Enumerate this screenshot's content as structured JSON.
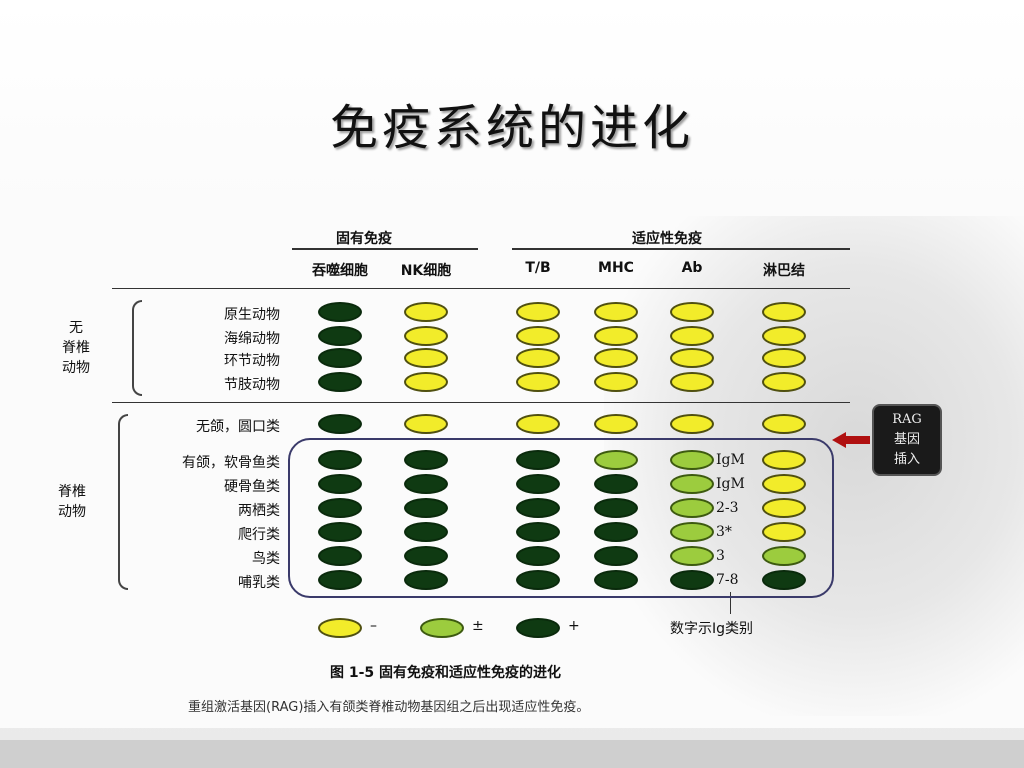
{
  "title": "免疫系统的进化",
  "headers": {
    "innate": "固有免疫",
    "adaptive": "适应性免疫",
    "columns": [
      "吞噬细胞",
      "NK细胞",
      "T/B",
      "MHC",
      "Ab",
      "淋巴结"
    ]
  },
  "groups": {
    "invertebrate": "无\n脊椎\n动物",
    "vertebrate": "脊椎\n动物"
  },
  "rows": [
    {
      "label": "原生动物",
      "cells": [
        "pos",
        "neg",
        "neg",
        "neg",
        "neg",
        "neg"
      ],
      "ab_note": ""
    },
    {
      "label": "海绵动物",
      "cells": [
        "pos",
        "neg",
        "neg",
        "neg",
        "neg",
        "neg"
      ],
      "ab_note": ""
    },
    {
      "label": "环节动物",
      "cells": [
        "pos",
        "neg",
        "neg",
        "neg",
        "neg",
        "neg"
      ],
      "ab_note": ""
    },
    {
      "label": "节肢动物",
      "cells": [
        "pos",
        "neg",
        "neg",
        "neg",
        "neg",
        "neg"
      ],
      "ab_note": ""
    },
    {
      "label": "无颌，圆口类",
      "cells": [
        "pos",
        "neg",
        "neg",
        "neg",
        "neg",
        "neg"
      ],
      "ab_note": ""
    },
    {
      "label": "有颌，软骨鱼类",
      "cells": [
        "pos",
        "pos",
        "pos",
        "pm",
        "pm",
        "neg"
      ],
      "ab_note": "IgM"
    },
    {
      "label": "硬骨鱼类",
      "cells": [
        "pos",
        "pos",
        "pos",
        "pos",
        "pm",
        "neg"
      ],
      "ab_note": "IgM"
    },
    {
      "label": "两栖类",
      "cells": [
        "pos",
        "pos",
        "pos",
        "pos",
        "pm",
        "neg"
      ],
      "ab_note": "2-3"
    },
    {
      "label": "爬行类",
      "cells": [
        "pos",
        "pos",
        "pos",
        "pos",
        "pm",
        "neg"
      ],
      "ab_note": "3*"
    },
    {
      "label": "鸟类",
      "cells": [
        "pos",
        "pos",
        "pos",
        "pos",
        "pm",
        "pm"
      ],
      "ab_note": "3"
    },
    {
      "label": "哺乳类",
      "cells": [
        "pos",
        "pos",
        "pos",
        "pos",
        "pos",
        "pos"
      ],
      "ab_note": "7-8"
    }
  ],
  "legend": [
    {
      "state": "neg",
      "symbol": "–"
    },
    {
      "state": "pm",
      "symbol": "±"
    },
    {
      "state": "pos",
      "symbol": "+"
    }
  ],
  "ig_note": "数字示Ig类别",
  "rag_label": "RAG\n基因\n插入",
  "caption": "图 1-5   固有免疫和适应性免疫的进化",
  "subcaption": "重组激活基因(RAG)插入有颌类脊椎动物基因组之后出现适应性免疫。",
  "colors": {
    "neg": "#f2ec2a",
    "pm": "#9ccc3e",
    "pos": "#0f3a12",
    "arrow": "#b01010"
  }
}
